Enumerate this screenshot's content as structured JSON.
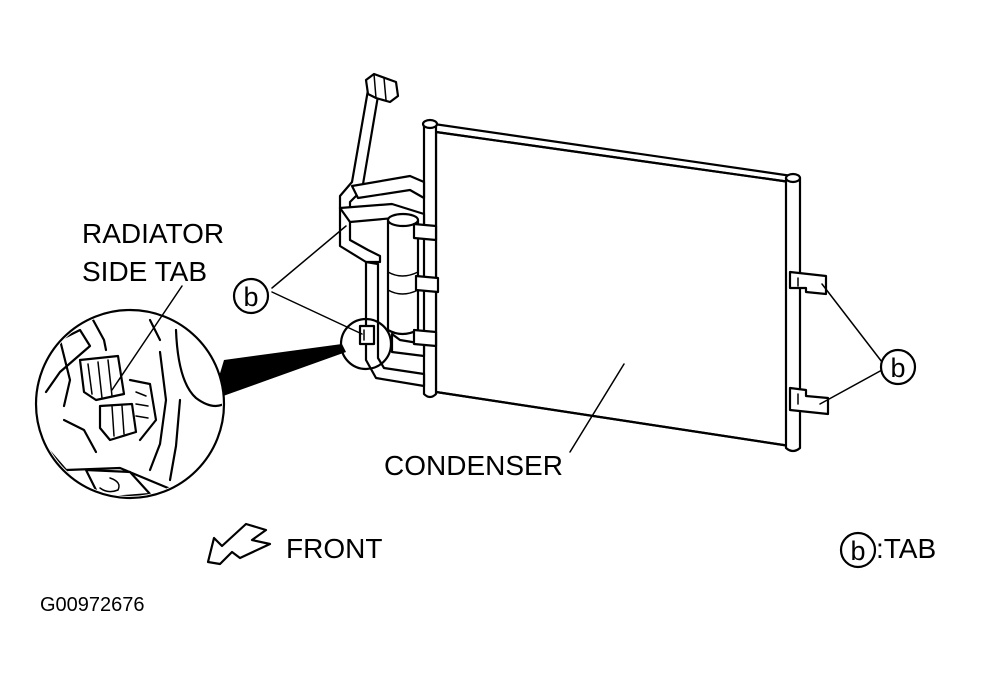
{
  "labels": {
    "radiator_side_tab_line1": "RADIATOR",
    "radiator_side_tab_line2": "SIDE TAB",
    "condenser": "CONDENSER",
    "front": "FRONT",
    "tab_legend": ":TAB",
    "tab_callout_letter": "b",
    "figure_code": "G00972676"
  }
}
